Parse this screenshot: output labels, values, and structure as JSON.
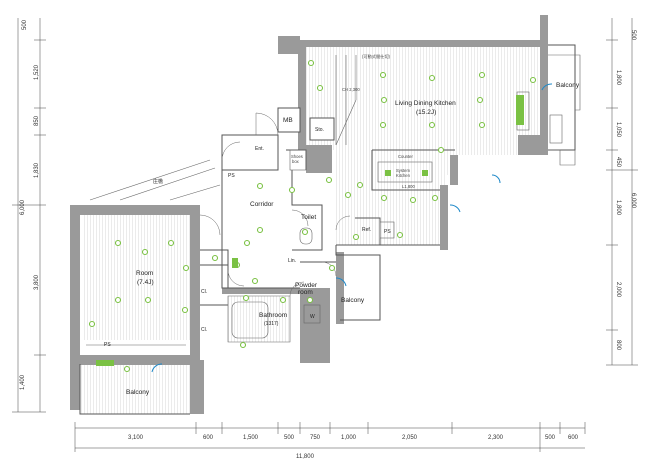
{
  "rooms": {
    "ldk": "Living Dining Kitchen",
    "ldk_area": "(15.2J)",
    "room": "Room",
    "room_area": "(7.4J)",
    "corridor": "Corridor",
    "toilet": "Toilet",
    "powder": "Powder",
    "powder2": "room",
    "bathroom": "Bathroom",
    "bathroom_size": "(1317)",
    "balcony_top": "Balcony",
    "balcony_right": "Balcony",
    "balcony_bottom": "Balcony",
    "ent": "Ent.",
    "mb": "MB",
    "sto": "Sto.",
    "shoes": "Shoes",
    "shoes2": "box",
    "ps1": "PS",
    "ps2": "PS",
    "ps3": "PS",
    "cl1": "Cl.",
    "cl2": "Cl.",
    "lin": "Lin.",
    "ref": "Ref.",
    "w": "W",
    "counter": "Counter",
    "sys1": "System",
    "sys2": "Kitchen",
    "ch": "CH 2,300",
    "l1": "L1,800",
    "porch": "庄檐",
    "top_note": "(可動式間仕切)"
  },
  "dims": {
    "bottom": [
      "3,100",
      "600",
      "1,500",
      "500",
      "750",
      "1,000",
      "2,050",
      "2,300",
      "500",
      "600"
    ],
    "total": "11,800",
    "left": [
      "500",
      "1,520",
      "850",
      "1,830",
      "6,000",
      "3,800",
      "1,400"
    ],
    "right": [
      "500",
      "1,800",
      "1,050",
      "450",
      "1,800",
      "6,000",
      "2,000",
      "800"
    ]
  }
}
